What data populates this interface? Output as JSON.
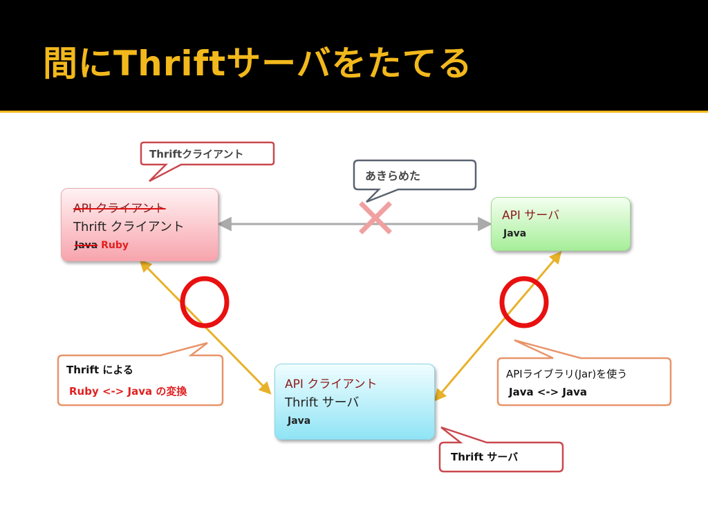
{
  "slide": {
    "title": "間にThriftサーバをたてる"
  },
  "boxes": {
    "left": {
      "line1": "API クライアント",
      "line2": "Thrift クライアント",
      "line3_strike": "Java",
      "line3_new": "Ruby"
    },
    "right": {
      "line1": "API サーバ",
      "line2": "Java"
    },
    "center": {
      "line1": "API クライアント",
      "line2": "Thrift サーバ",
      "line3": "Java"
    }
  },
  "callouts": {
    "thrift_client": "Thriftクライアント",
    "gave_up": "あきらめた",
    "thrift_conversion_line1": "Thrift による",
    "thrift_conversion_line2": "Ruby <-> Java の変換",
    "api_library_line1": "APIライブラリ(Jar)を使う",
    "api_library_line2": "Java <-> Java",
    "thrift_server": "Thrift サーバ"
  },
  "colors": {
    "title": "#f2b81c",
    "accent_red": "#e02020",
    "arrow_gray": "#aaaaaa",
    "arrow_gold": "#e8b12a",
    "cross": "#f0a0a0"
  }
}
